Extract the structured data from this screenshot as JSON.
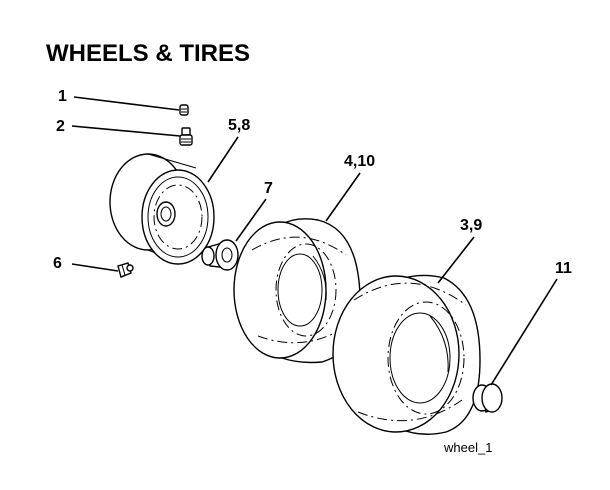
{
  "title": "WHEELS & TIRES",
  "callouts": {
    "c1": "1",
    "c2": "2",
    "c58": "5,8",
    "c7": "7",
    "c410": "4,10",
    "c39": "3,9",
    "c6": "6",
    "c11": "11"
  },
  "caption": "wheel_1"
}
